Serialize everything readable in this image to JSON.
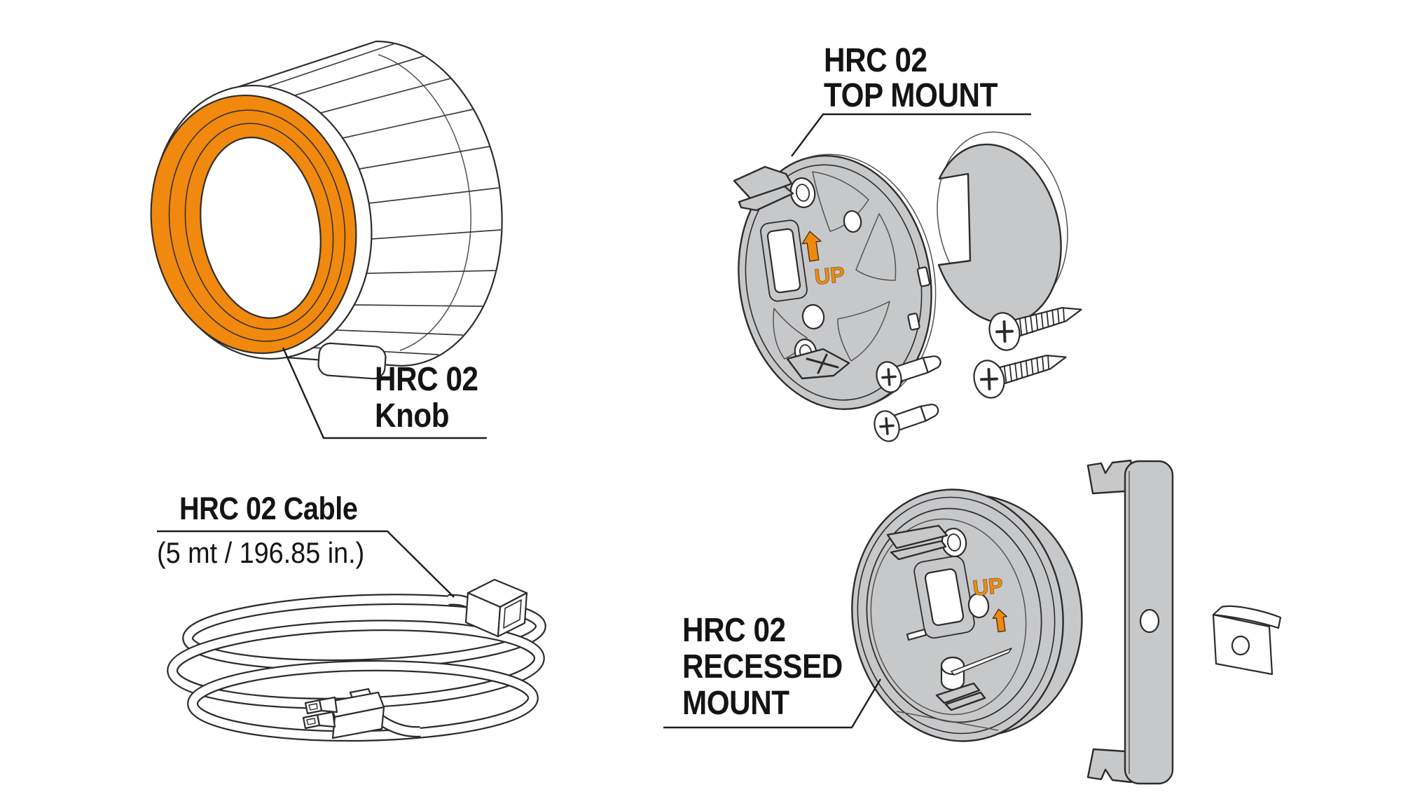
{
  "colors": {
    "accent": "#F0890D",
    "part_fill": "#C7C8CA",
    "line": "#2E2C2B",
    "background": "#FFFFFF"
  },
  "labels": {
    "knob": {
      "line1": "HRC 02",
      "line2": "Knob"
    },
    "top_mount": {
      "line1": "HRC 02",
      "line2": "TOP MOUNT",
      "up": "UP"
    },
    "cable": {
      "title": "HRC 02 Cable",
      "length": "(5 mt / 196.85 in.)"
    },
    "recessed_mount": {
      "line1": "HRC 02",
      "line2": "RECESSED",
      "line3": "MOUNT",
      "up": "UP"
    }
  }
}
